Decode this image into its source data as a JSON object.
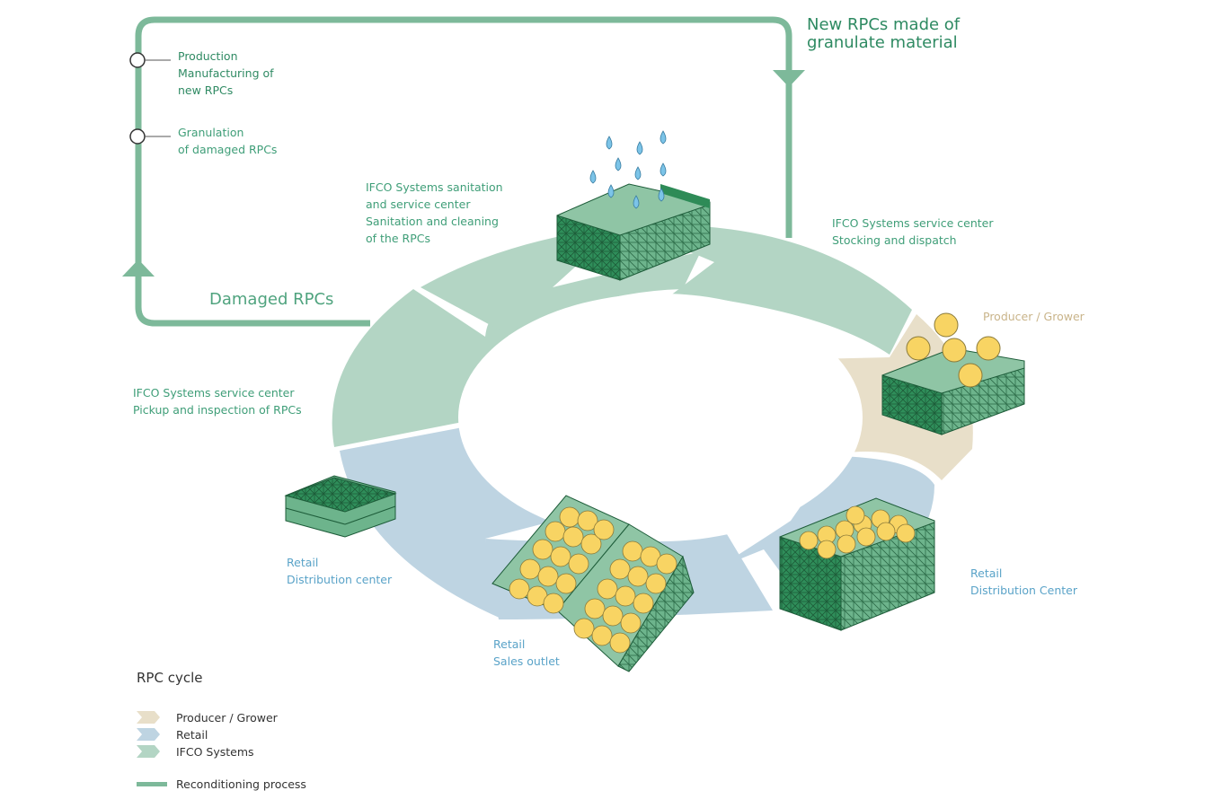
{
  "colors": {
    "ifco": "#b3d5c4",
    "retail": "#bed4e2",
    "producer": "#e8dfc9",
    "reconditioning": "#7db99a",
    "crate_dark": "#2e8b57",
    "crate_light": "#8fc5a5",
    "fruit": "#f8d463",
    "water": "#7cc4e8"
  },
  "reconditioning_loop": {
    "new_rpcs_label": "New RPCs made of\ngranulate material",
    "damaged_label": "Damaged RPCs",
    "steps": [
      {
        "label": "Production\nManufacturing of\nnew RPCs"
      },
      {
        "label": "Granulation\nof damaged RPCs"
      }
    ]
  },
  "cycle": {
    "stages": [
      {
        "id": "sanitation",
        "group": "IFCO Systems",
        "label": "IFCO Systems sanitation\nand service center\nSanitation and cleaning\nof the RPCs"
      },
      {
        "id": "stocking",
        "group": "IFCO Systems",
        "label": "IFCO Systems service center\nStocking and dispatch"
      },
      {
        "id": "producer",
        "group": "Producer / Grower",
        "label": "Producer / Grower"
      },
      {
        "id": "retail-dc",
        "group": "Retail",
        "label": "Retail\nDistribution Center"
      },
      {
        "id": "sales-outlet",
        "group": "Retail",
        "label": "Retail\nSales outlet"
      },
      {
        "id": "retail-dc-return",
        "group": "Retail",
        "label": "Retail\nDistribution center"
      },
      {
        "id": "pickup",
        "group": "IFCO Systems",
        "label": "IFCO Systems service center\nPickup and inspection of RPCs"
      }
    ]
  },
  "legend": {
    "title": "RPC cycle",
    "items": [
      {
        "label": "Producer / Grower",
        "icon": "chevron-tan"
      },
      {
        "label": "Retail",
        "icon": "chevron-blue"
      },
      {
        "label": "IFCO Systems",
        "icon": "chevron-green"
      },
      {
        "label": "Reconditioning process",
        "icon": "line-green"
      }
    ]
  }
}
